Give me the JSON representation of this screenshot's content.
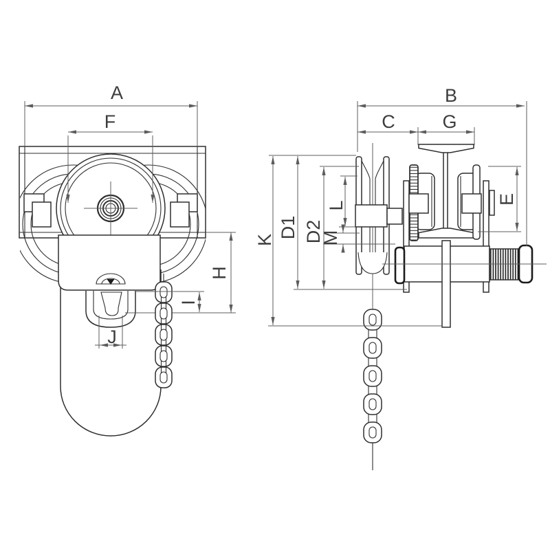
{
  "colors": {
    "line": "#2e2e2e",
    "thin": "#5c5c5c",
    "label": "#3d3d3d",
    "paper": "#ffffff",
    "dark": "#1c1c1c"
  },
  "drawing": {
    "description": "Two-view dimensional line drawing of a geared beam trolley with hand chain",
    "front_view": {
      "labels": {
        "A": "A",
        "F": "F",
        "H": "H",
        "I": "I",
        "J": "J"
      }
    },
    "side_view": {
      "labels": {
        "B": "B",
        "C": "C",
        "G": "G",
        "K": "K",
        "D1": "D1",
        "D2": "D2",
        "L": "L",
        "M": "M",
        "E": "E"
      }
    }
  }
}
